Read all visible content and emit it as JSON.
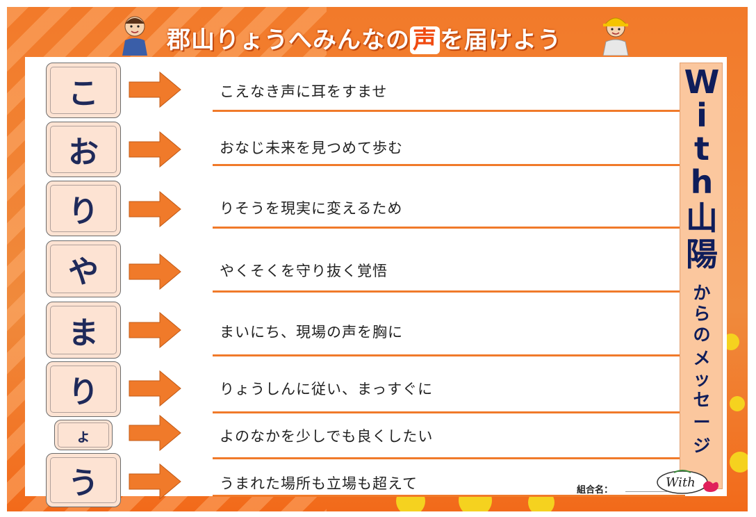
{
  "header": {
    "title_pre": "郡山りょうへみんなの",
    "title_highlight": "声",
    "title_post": "を届けよう"
  },
  "rows": [
    {
      "kana": "こ",
      "text": "こえなき声に耳をすませ"
    },
    {
      "kana": "お",
      "text": "おなじ未来を見つめて歩む"
    },
    {
      "kana": "り",
      "text": "りそうを現実に変えるため"
    },
    {
      "kana": "や",
      "text": "やくそくを守り抜く覚悟"
    },
    {
      "kana": "ま",
      "text": "まいにち、現場の声を胸に"
    },
    {
      "kana": "り",
      "text": "りょうしんに従い、まっすぐに"
    },
    {
      "kana": "ょ",
      "text": "よのなかを少しでも良くしたい"
    },
    {
      "kana": "う",
      "text": "うまれた場所も立場も超えて"
    }
  ],
  "side_banner": {
    "big_chars": [
      "W",
      "i",
      "t",
      "h",
      "山",
      "陽"
    ],
    "small_chars": [
      "か",
      "ら",
      "の",
      "メ",
      "ッ",
      "セ",
      "ー",
      "ジ"
    ]
  },
  "footer": {
    "union_label": "組合名：",
    "logo_text": "With"
  },
  "colors": {
    "accent": "#f07a2a",
    "tile_fill": "#fde3d3",
    "banner_fill": "#fbc79e",
    "banner_text": "#0f1d5a"
  }
}
